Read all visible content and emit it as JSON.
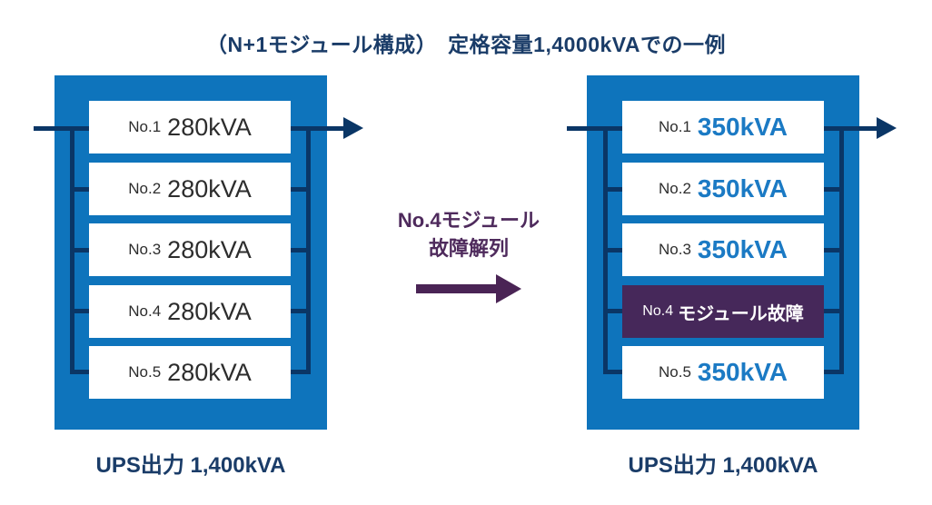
{
  "title": "（N+1モジュール構成）　定格容量1,4000kVAでの一例",
  "transition": {
    "line1": "No.4モジュール",
    "line2": "故障解列"
  },
  "left_ups": {
    "modules": [
      {
        "no": "No.1",
        "value": "280kVA"
      },
      {
        "no": "No.2",
        "value": "280kVA"
      },
      {
        "no": "No.3",
        "value": "280kVA"
      },
      {
        "no": "No.4",
        "value": "280kVA"
      },
      {
        "no": "No.5",
        "value": "280kVA"
      }
    ],
    "output_label": "UPS出力 1,400kVA"
  },
  "right_ups": {
    "modules": [
      {
        "no": "No.1",
        "value": "350kVA"
      },
      {
        "no": "No.2",
        "value": "350kVA"
      },
      {
        "no": "No.3",
        "value": "350kVA"
      },
      {
        "no": "No.4",
        "value": "モジュール故障",
        "failed": true
      },
      {
        "no": "No.5",
        "value": "350kVA"
      }
    ],
    "output_label": "UPS出力 1,400kVA"
  },
  "colors": {
    "ups_box_blue": "#0e74bc",
    "flow_line_navy": "#0a3666",
    "heading_navy": "#1a3c68",
    "module_value_blue": "#1b7ac4",
    "module_text_dark": "#2d2d2d",
    "failed_module_purple": "#46285a",
    "transition_purple": "#4a2455"
  }
}
